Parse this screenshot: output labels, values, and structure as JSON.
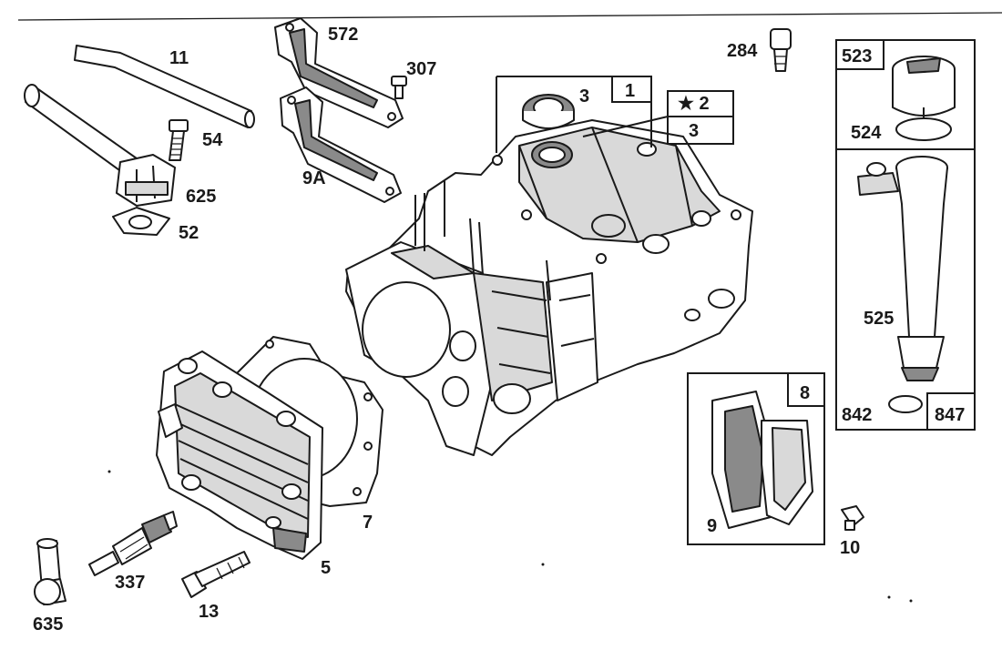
{
  "diagram": {
    "labels": {
      "p11": "11",
      "p54": "54",
      "p625": "625",
      "p52": "52",
      "p572": "572",
      "p307": "307",
      "p9a": "9A",
      "p284": "284",
      "p3a": "3",
      "p1": "1",
      "p2": "★ 2",
      "p3b": "3",
      "p523": "523",
      "p524": "524",
      "p525": "525",
      "p842": "842",
      "p847": "847",
      "p8": "8",
      "p9": "9",
      "p10": "10",
      "p7": "7",
      "p5": "5",
      "p337": "337",
      "p13": "13",
      "p635": "635"
    }
  }
}
